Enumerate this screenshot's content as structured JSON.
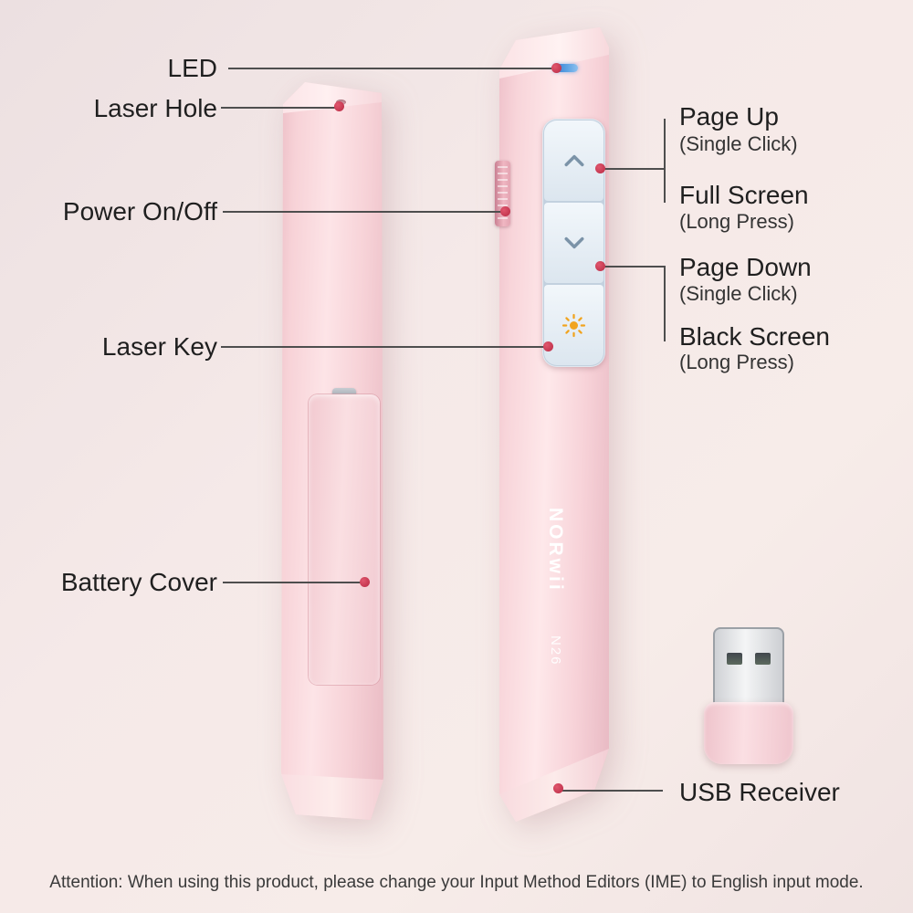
{
  "left_labels": {
    "led": "LED",
    "laser_hole": "Laser Hole",
    "power": "Power On/Off",
    "laser_key": "Laser Key",
    "battery_cover": "Battery Cover"
  },
  "right_labels": {
    "page_up": "Page Up",
    "page_up_sub": "(Single Click)",
    "full_screen": "Full Screen",
    "full_screen_sub": "(Long Press)",
    "page_down": "Page Down",
    "page_down_sub": "(Single Click)",
    "black_screen": "Black Screen",
    "black_screen_sub": "(Long Press)",
    "usb_receiver": "USB Receiver"
  },
  "device": {
    "brand": "NORwii",
    "model": "N26"
  },
  "icons": {
    "page_up_button": "chevron-up",
    "page_down_button": "chevron-down",
    "laser_button": "sun",
    "led_indicator": "blue-led"
  },
  "colors": {
    "body_pink": "#f8d5da",
    "callout_dot": "#c43a52",
    "callout_line": "#4e4e4e",
    "led_blue": "#3f87d6",
    "laser_orange": "#f1a41f",
    "button_panel": "#e6eef6"
  },
  "footer": {
    "attention": "Attention: When using this product, please change your Input Method Editors (IME) to English input mode."
  }
}
